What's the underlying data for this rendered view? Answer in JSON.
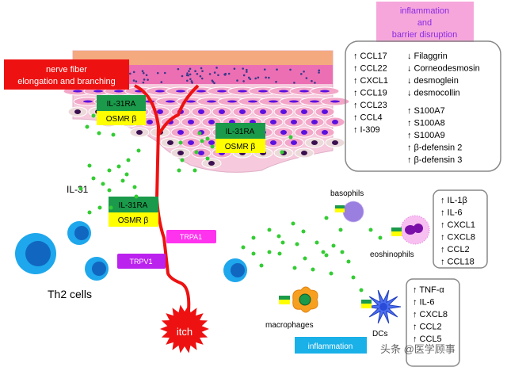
{
  "labels": {
    "nerve_fiber_line1": "nerve fiber",
    "nerve_fiber_line2": "elongation and branching",
    "il31": "IL-31",
    "il31ra": "IL-31RA",
    "osmrb": "OSMR β",
    "trpa1": "TRPA1",
    "trpv1": "TRPV1",
    "th2": "Th2 cells",
    "itch": "itch",
    "basophils": "basophils",
    "eosinophils": "eoshinophils",
    "macrophages": "macrophages",
    "dcs": "DCs",
    "inflammation": "inflammation"
  },
  "header_box": {
    "line1": "inflammation",
    "line2": "and",
    "line3": "barrier disruption"
  },
  "barrier_box": {
    "left": [
      "↑ CCL17",
      "↑ CCL22",
      "↑ CXCL1",
      "↑ CCL19",
      "↑ CCL23",
      "↑ CCL4",
      "↑ I-309"
    ],
    "right_down": [
      "↓ Filaggrin",
      "↓ Corneodesmosin",
      "↓ desmoglein",
      "↓ desmocollin"
    ],
    "right_up": [
      "↑ S100A7",
      "↑ S100A8",
      "↑ S100A9",
      "↑ β-defensin 2",
      "↑ β-defensin 3"
    ]
  },
  "eosinophil_box": [
    "↑ IL-1β",
    "↑ IL-6",
    "↑ CXCL1",
    "↑ CXCL8",
    "↑ CCL2",
    "↑ CCL18"
  ],
  "dc_box": [
    "↑ TNF-α",
    "↑ IL-6",
    "↑ CXCL8",
    "↑ CCL2",
    "↑ CCL5"
  ],
  "watermark": "头条 @医学顾事",
  "colors": {
    "nerve": "#ee1111",
    "il31ra": "#1a9a4a",
    "osmrb": "#ffff00",
    "trpa1": "#ff33ee",
    "trpv1": "#bb22ee",
    "th2": "#1ea7ec",
    "inflammation_box": "#1ab0e8",
    "header_pink": "#f7a6dc",
    "header_text": "#8a2be2",
    "il31_dot": "#33cc33"
  }
}
